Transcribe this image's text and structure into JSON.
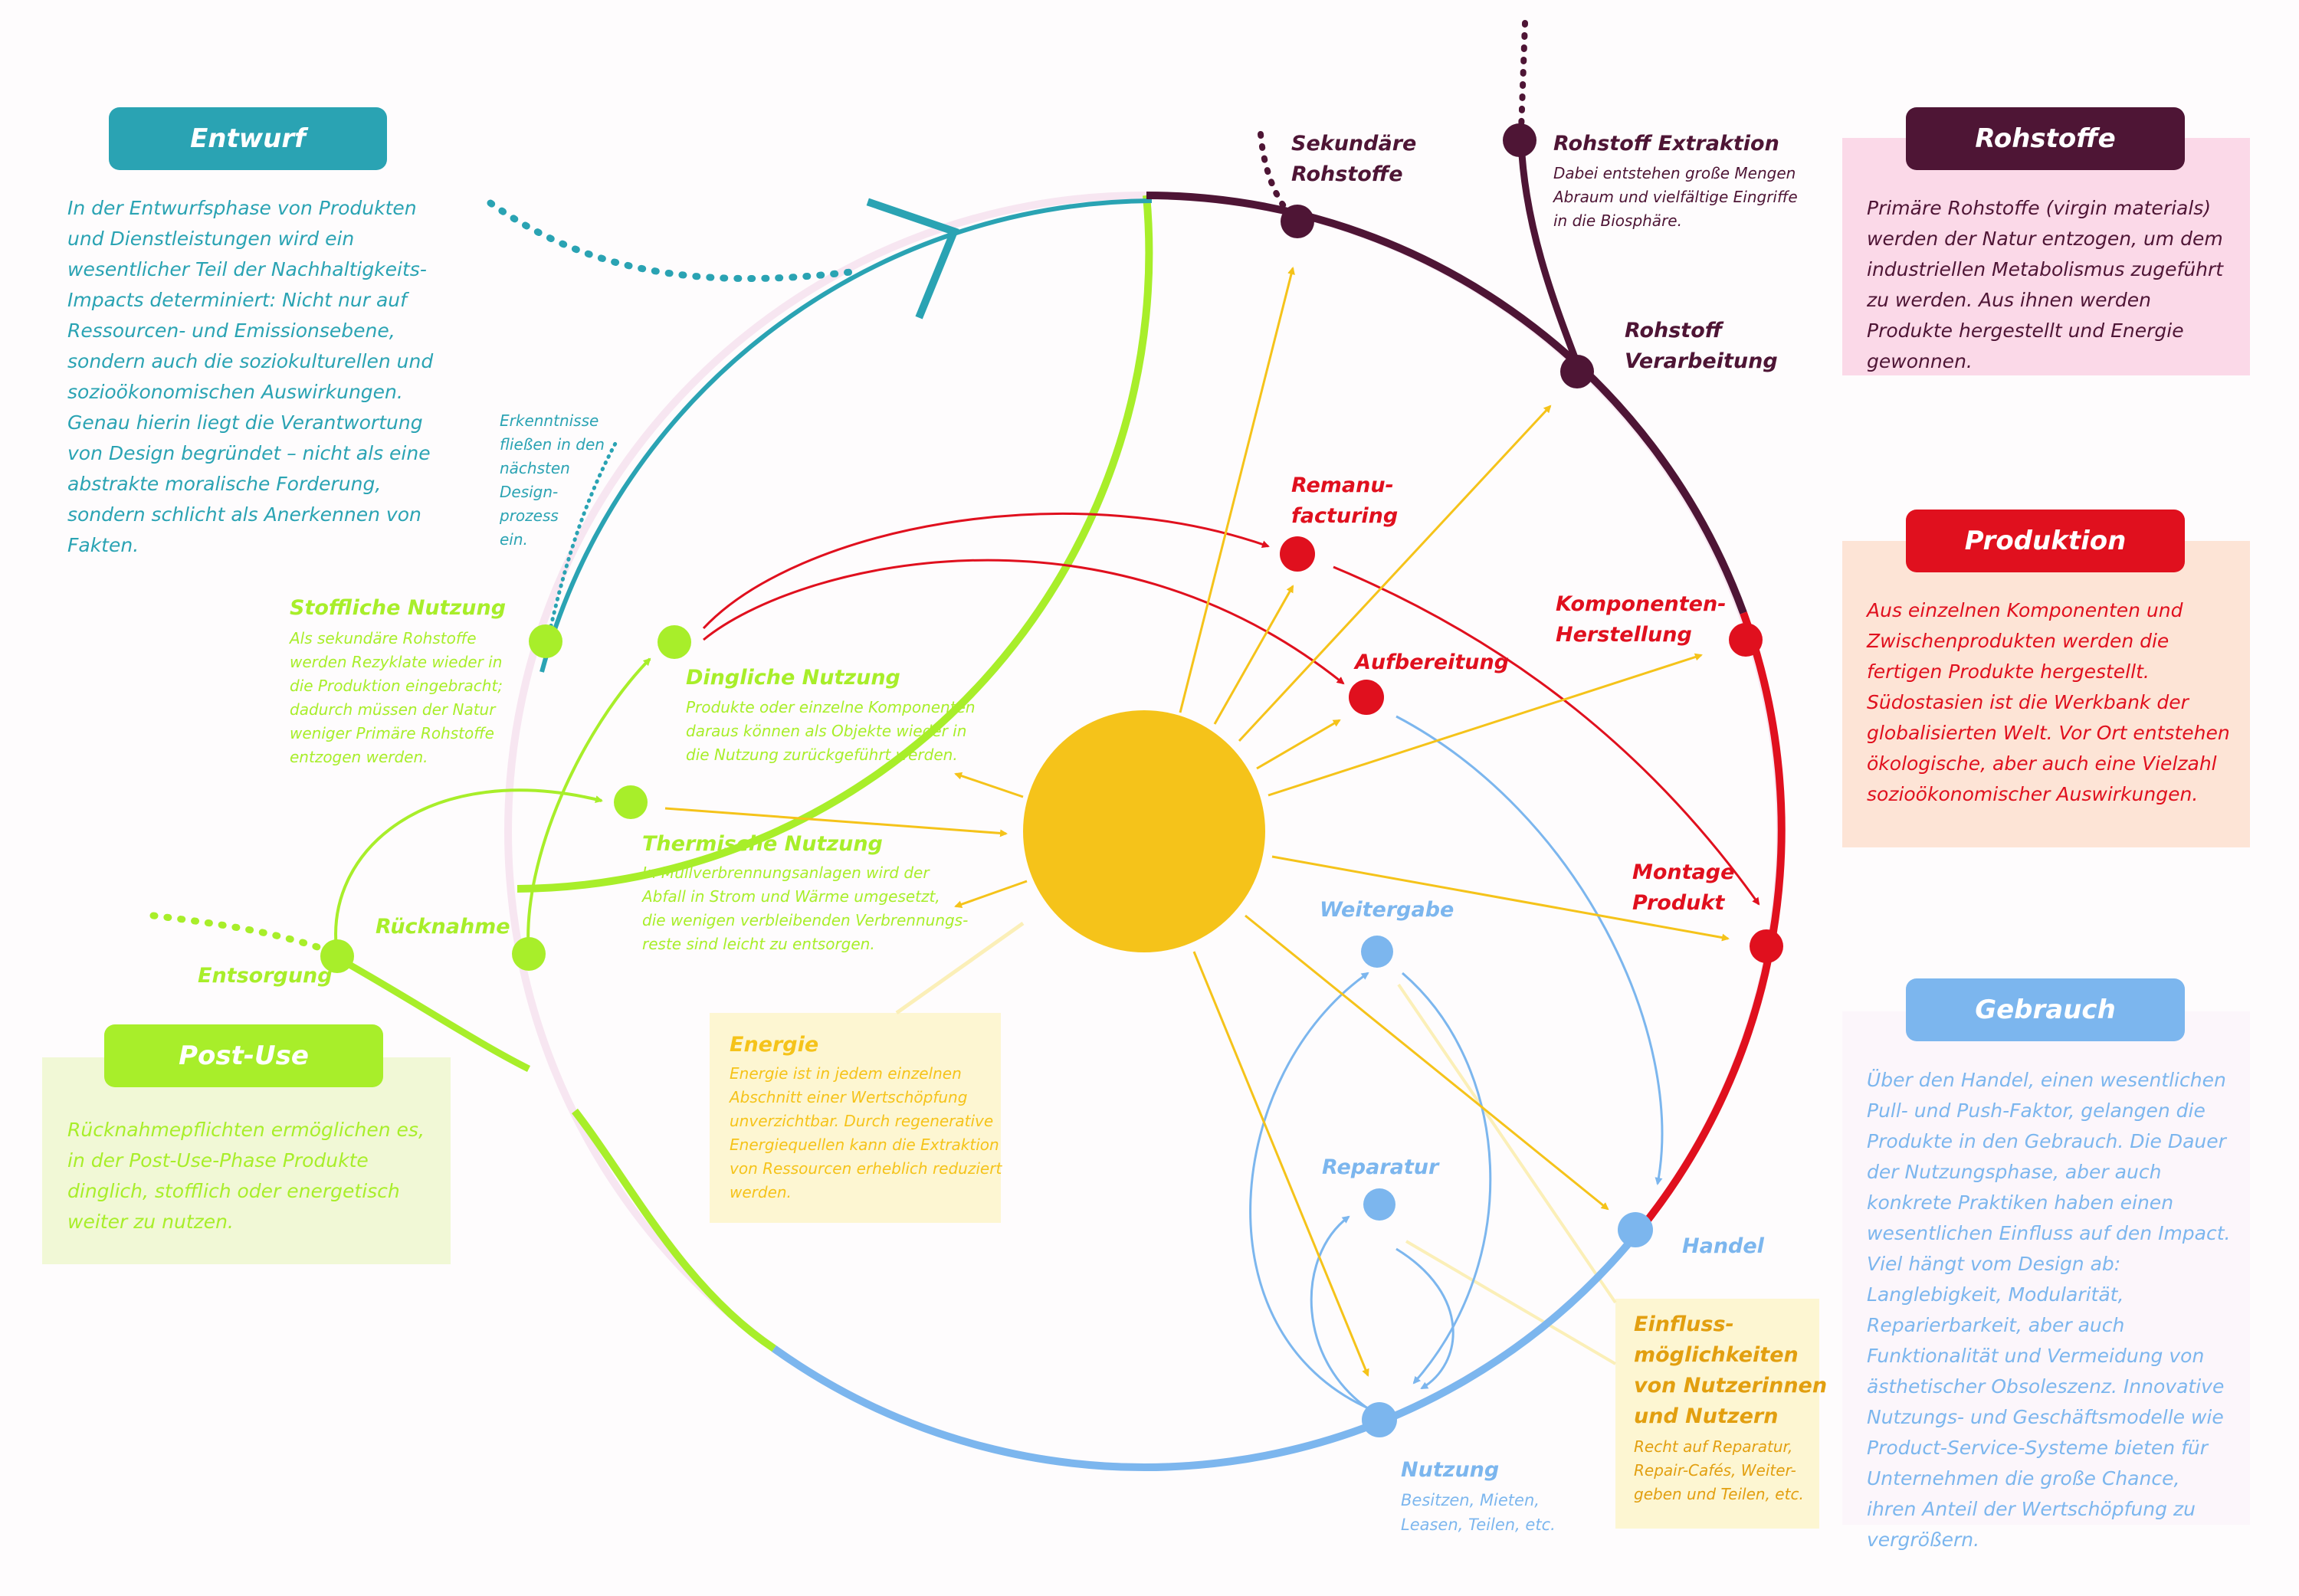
{
  "panels": {
    "entwurf": {
      "title": "Entwurf",
      "text": "In der Entwurfsphase von Produkten und Dienstleistungen wird ein wesentlicher Teil der Nachhaltigkeits-Impacts determiniert: Nicht nur auf Ressourcen- und Emissionsebene, sondern auch die soziokulturellen und sozioökonomischen Auswirkungen. Genau hierin liegt die Verantwortung von Design begründet – nicht als eine abstrakte moralische Forderung, sondern schlicht als Anerkennen von Fakten.",
      "color": "#2aa3b3"
    },
    "rohstoffe": {
      "title": "Rohstoffe",
      "text": "Primäre Rohstoffe (virgin materials) werden der Natur entzogen, um dem industriellen Metabolismus zugeführt zu werden. Aus ihnen werden Produkte hergestellt und Energie gewonnen.",
      "color": "#4e1535",
      "bg": "#fbd9e8"
    },
    "produktion": {
      "title": "Produktion",
      "text": "Aus einzelnen Komponenten und Zwischenprodukten werden die fertigen Produkte hergestellt. Südostasien ist die Werkbank der globalisierten Welt. Vor Ort entstehen ökologische, aber auch eine Vielzahl sozioökonomischer Auswirkungen.",
      "color": "#e0101e",
      "bg": "#fde4d6"
    },
    "gebrauch": {
      "title": "Gebrauch",
      "text": "Über den Handel, einen wesentlichen Pull- und Push-Faktor, gelangen die Produkte in den Gebrauch. Die Dauer der Nutzungsphase, aber auch konkrete Praktiken haben einen wesentlichen Einfluss auf den Impact. Viel hängt vom Design ab: Langlebigkeit, Modularität, Reparierbarkeit, aber auch Funktionalität und Vermeidung von ästhetischer Obsoleszenz. Innovative Nutzungs- und Geschäftsmodelle wie Product-Service-Systeme bieten für Unternehmen die große Chance, ihren Anteil der Wertschöpfung zu vergrößern.",
      "color": "#7cb6ee",
      "bg": "#fcf6fb"
    },
    "postuse": {
      "title": "Post-Use",
      "text": "Rücknahmepflichten ermöglichen es, in der Post-Use-Phase Produkte dinglich, stofflich oder energetisch weiter zu nutzen.",
      "color": "#a8ee2a",
      "bg": "#f1f8d6"
    }
  },
  "nodes": {
    "sekundaere": {
      "label": [
        "Sekundäre",
        "Rohstoffe"
      ]
    },
    "extraktion": {
      "label": [
        "Rohstoff Extraktion"
      ],
      "desc": [
        "Dabei entstehen große Mengen",
        "Abraum und vielfältige Eingriffe",
        "in die Biosphäre."
      ]
    },
    "verarbeitung": {
      "label": [
        "Rohstoff",
        "Verarbeitung"
      ]
    },
    "remanu": {
      "label": [
        "Remanu-",
        "facturing"
      ]
    },
    "aufbereitung": {
      "label": [
        "Aufbereitung"
      ]
    },
    "komponenten": {
      "label": [
        "Komponenten-",
        "Herstellung"
      ]
    },
    "montage": {
      "label": [
        "Montage",
        "Produkt"
      ]
    },
    "weitergabe": {
      "label": [
        "Weitergabe"
      ]
    },
    "reparatur": {
      "label": [
        "Reparatur"
      ]
    },
    "handel": {
      "label": [
        "Handel"
      ]
    },
    "nutzung": {
      "label": [
        "Nutzung"
      ],
      "desc": [
        "Besitzen, Mieten,",
        "Leasen, Teilen, etc."
      ]
    },
    "stofflich": {
      "label": [
        "Stoffliche Nutzung"
      ],
      "desc": [
        "Als sekundäre Rohstoffe",
        "werden Rezyklate wieder in",
        "die Produktion eingebracht;",
        "dadurch müssen der Natur",
        "weniger Primäre Rohstoffe",
        "entzogen werden."
      ]
    },
    "dinglich": {
      "label": [
        "Dingliche Nutzung"
      ],
      "desc": [
        "Produkte oder einzelne Komponenten",
        "daraus können als Objekte wieder in",
        "die Nutzung zurückgeführt werden."
      ]
    },
    "thermisch": {
      "label": [
        "Thermische Nutzung"
      ],
      "desc": [
        "In Müllverbrennungsanlagen wird der",
        "Abfall in Strom und Wärme umgesetzt,",
        "die wenigen verbleibenden Verbrennungs-",
        "reste sind leicht zu entsorgen."
      ]
    },
    "ruecknahme": {
      "label": [
        "Rücknahme"
      ]
    },
    "entsorgung": {
      "label": [
        "Entsorgung"
      ]
    },
    "erkenntnisse": {
      "desc": [
        "Erkenntnisse",
        "fließen in den",
        "nächsten",
        "Design-",
        "prozess",
        "ein."
      ]
    }
  },
  "energie": {
    "title": "Energie",
    "desc": [
      "Energie ist in jedem einzelnen",
      "Abschnitt einer Wertschöpfung",
      "unverzichtbar. Durch regenerative",
      "Energiequellen kann die Extraktion",
      "von Ressourcen erheblich reduziert",
      "werden."
    ]
  },
  "einfluss": {
    "title": [
      "Einfluss-",
      "möglichkeiten",
      "von Nutzerinnen",
      "und Nutzern"
    ],
    "desc": [
      "Recht auf Reparatur,",
      "Repair-Cafés, Weiter-",
      "geben und Teilen, etc."
    ]
  },
  "colors": {
    "teal": "#2aa3b3",
    "plum": "#4e1535",
    "red": "#e0101e",
    "blue": "#7cb6ee",
    "lime": "#a8ee2a",
    "sun": "#f5c31a",
    "orange": "#e29f10"
  }
}
